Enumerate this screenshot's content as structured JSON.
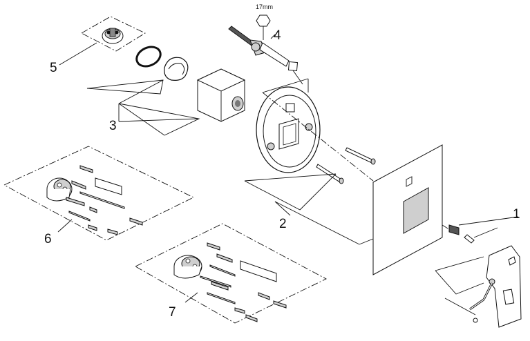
{
  "wrench": {
    "size_label": "17mm"
  },
  "callouts": {
    "c1": "1",
    "c2": "2",
    "c3": "3",
    "c4": "4",
    "c5": "5",
    "c6": "6",
    "c7": "7"
  }
}
